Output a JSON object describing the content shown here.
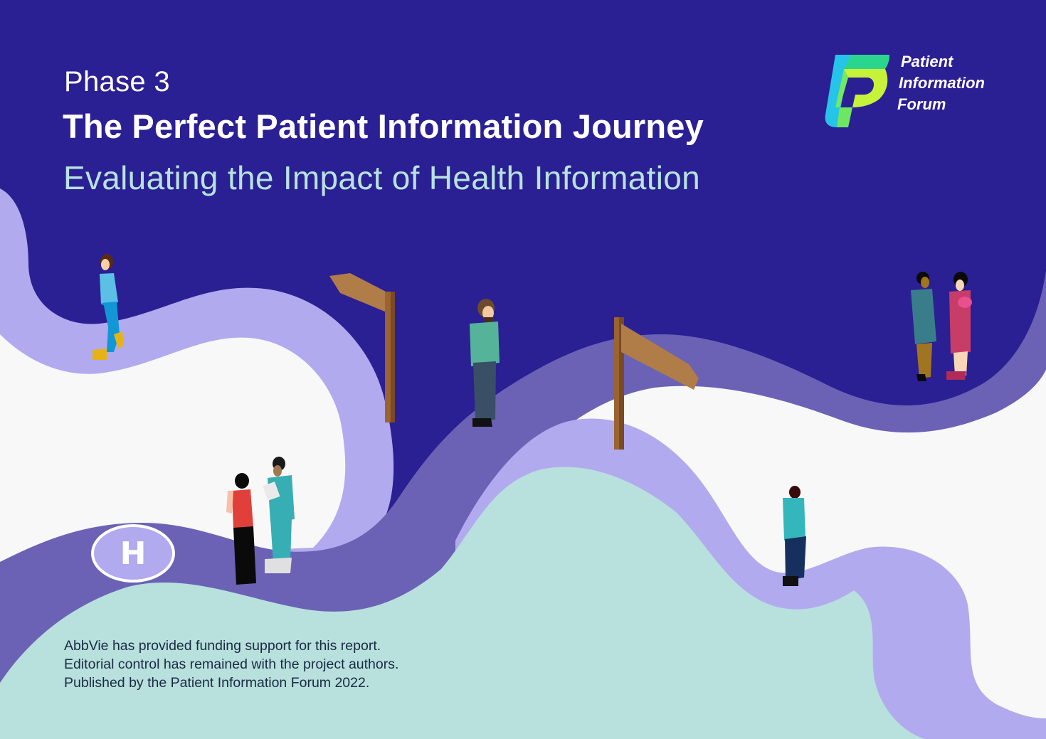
{
  "cover": {
    "phase": "Phase 3",
    "title": "The Perfect Patient Information Journey",
    "subtitle": "Evaluating the Impact of Health Information"
  },
  "logo": {
    "line1": "Patient",
    "line2": "Information",
    "line3": "Forum"
  },
  "hospital_badge": {
    "letter": "H"
  },
  "footer": {
    "line1": "AbbVie has provided funding support for this report.",
    "line2": "Editorial control has remained with the project authors.",
    "line3": "Published by the Patient Information Forum 2022."
  },
  "colors": {
    "background_navy": "#2b1f94",
    "path_light_lavender": "#b2aaee",
    "path_mid_purple": "#6b62b5",
    "land_white": "#f8f8f8",
    "land_mint": "#b8e0dd",
    "subtitle_color": "#b7e3df",
    "signpost_wood": "#b07c48"
  }
}
